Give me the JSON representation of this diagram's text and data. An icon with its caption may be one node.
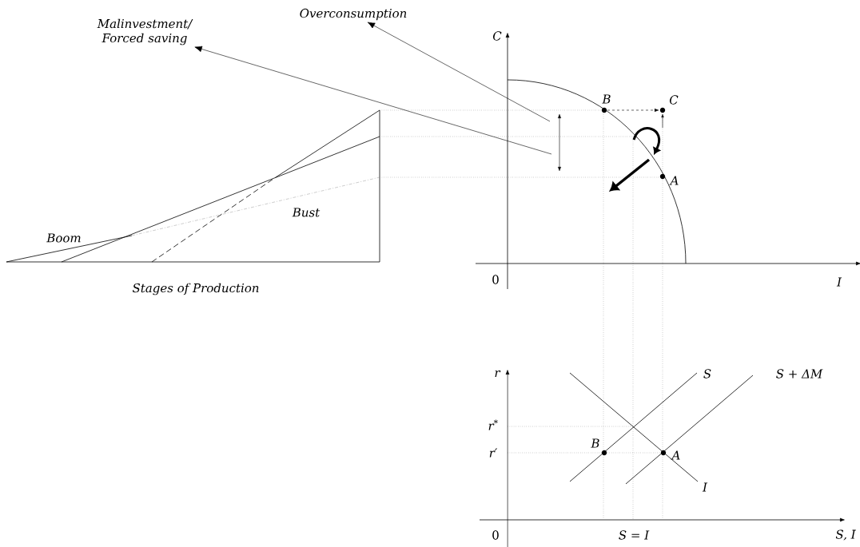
{
  "diagram": {
    "nodes": [
      {
        "text": [
          "Malinvestment/ Forced saving"
        ]
      },
      {
        "text": [
          "Overconsumption"
        ]
      }
    ],
    "edges": [
      {
        "from": null,
        "to": 0,
        "arrow": "to"
      },
      {
        "from": null,
        "to": 1,
        "arrow": "to"
      }
    ],
    "labels": [
      "C",
      "B",
      "C",
      "A",
      "Boom",
      "Bust",
      "0",
      "I",
      "Stages of Production",
      "r",
      "S",
      "S + ΔM",
      "r$^{*}$",
      "B",
      "r′",
      "A",
      "I",
      "0",
      "S = I",
      "S, I"
    ]
  }
}
